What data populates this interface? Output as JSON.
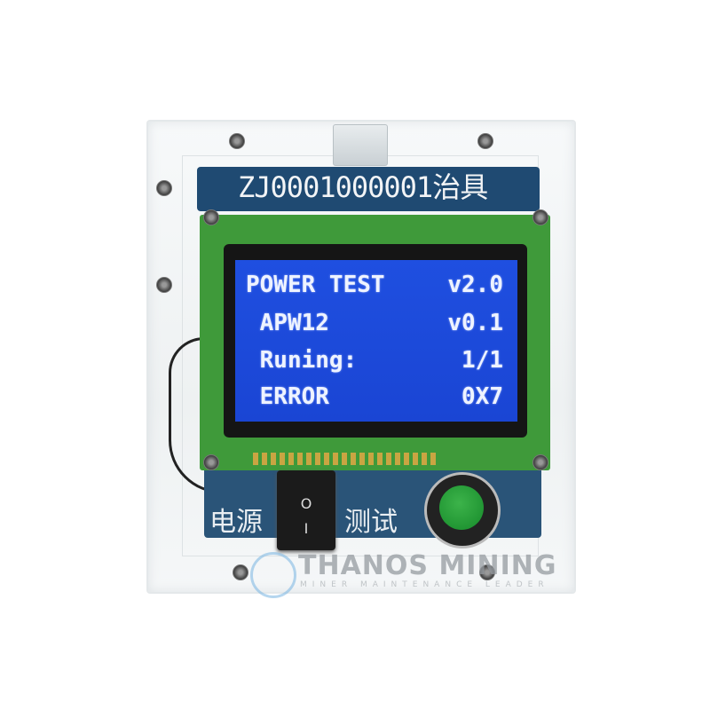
{
  "pcb": {
    "serial_label": "ZJ0001000001治具",
    "left_label": "电源",
    "right_label": "测试"
  },
  "lcd": {
    "rows": [
      {
        "left": "POWER TEST",
        "right": "v2.0"
      },
      {
        "left": " APW12",
        "right": "v0.1"
      },
      {
        "left": " Runing:",
        "right": "1/1"
      },
      {
        "left": " ERROR",
        "right": "0X7"
      }
    ],
    "screen_color": "#1f4fe0"
  },
  "switch": {
    "on_symbol": "O",
    "off_symbol": "I"
  },
  "button": {
    "color": "#2aa03a"
  },
  "watermark": {
    "title": "THANOS MINING",
    "subtitle": "MINER MAINTENANCE LEADER"
  }
}
